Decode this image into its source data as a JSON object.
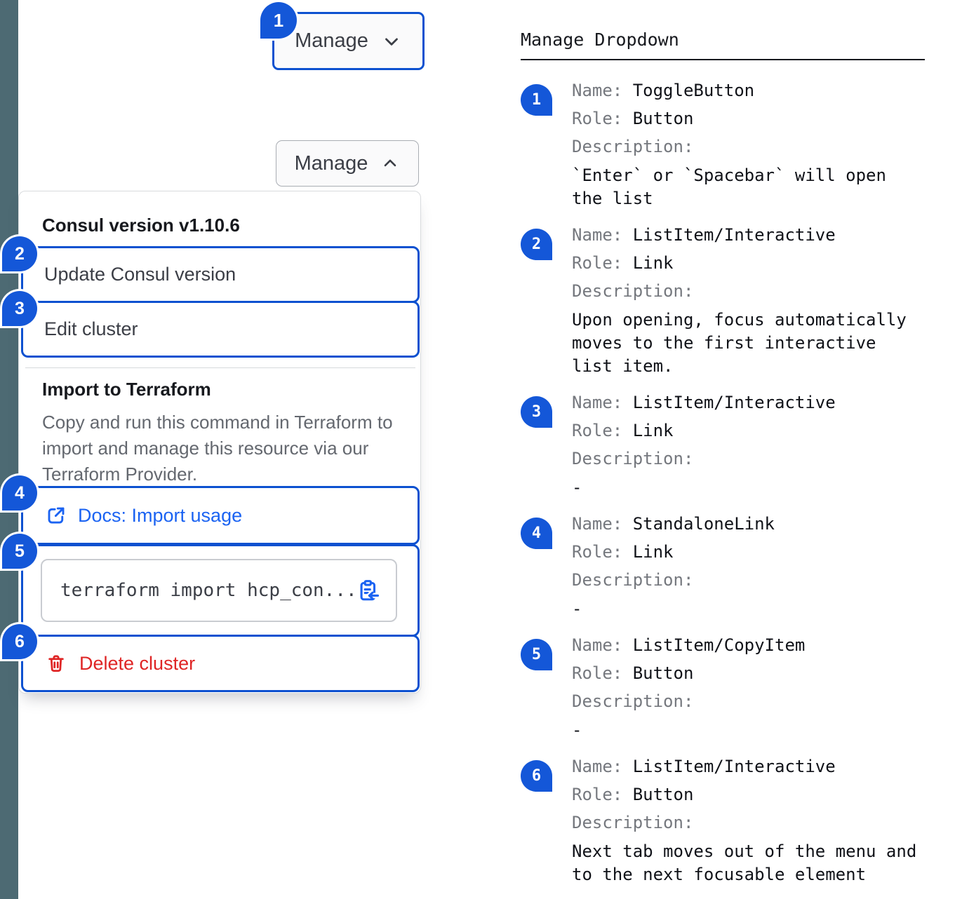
{
  "colors": {
    "accent_blue": "#1457d8",
    "focus_border_blue": "#0d51d0",
    "link_blue": "#1b63f2",
    "danger_red": "#df2525",
    "left_strip": "#4d6a73"
  },
  "icons": {
    "chevron_down": "chevron-down-icon",
    "chevron_up": "chevron-up-icon",
    "external_link": "external-link-icon",
    "copy": "copy-icon",
    "trash": "trash-icon"
  },
  "demo": {
    "toggle_collapsed": {
      "badge": "1",
      "label": "Manage"
    },
    "toggle_expanded": {
      "label": "Manage"
    },
    "menu": {
      "section1_header": "Consul version v1.10.6",
      "items": [
        {
          "badge": "2",
          "label": "Update Consul version"
        },
        {
          "badge": "3",
          "label": "Edit cluster"
        }
      ],
      "section2_header": "Import to Terraform",
      "section2_description": "Copy and run this command in Terraform to import and manage this resource via our Terraform Provider.",
      "docs_link": {
        "badge": "4",
        "label": "Docs: Import usage"
      },
      "copy_item": {
        "badge": "5",
        "code": "terraform import hcp_con..."
      },
      "delete_item": {
        "badge": "6",
        "label": "Delete cluster"
      }
    }
  },
  "annotations": {
    "title": "Manage Dropdown",
    "name_label": "Name:",
    "role_label": "Role:",
    "description_label": "Description:",
    "items": [
      {
        "badge": "1",
        "name": "ToggleButton",
        "role": "Button",
        "description": "`Enter` or `Spacebar` will open the list"
      },
      {
        "badge": "2",
        "name": "ListItem/Interactive",
        "role": "Link",
        "description": "Upon opening, focus automatically moves to the first interactive list item."
      },
      {
        "badge": "3",
        "name": "ListItem/Interactive",
        "role": "Link",
        "description": "-"
      },
      {
        "badge": "4",
        "name": "StandaloneLink",
        "role": "Link",
        "description": "-"
      },
      {
        "badge": "5",
        "name": "ListItem/CopyItem",
        "role": "Button",
        "description": "-"
      },
      {
        "badge": "6",
        "name": "ListItem/Interactive",
        "role": "Button",
        "description": "Next tab moves out of the menu and to the next focusable element"
      }
    ]
  }
}
